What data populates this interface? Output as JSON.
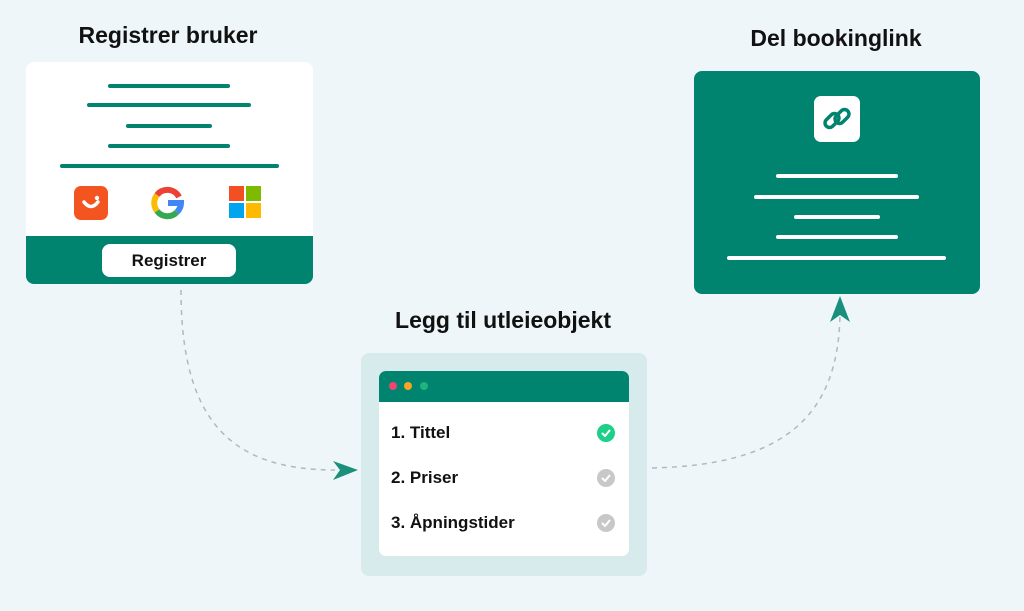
{
  "steps": {
    "register": {
      "title": "Registrer bruker",
      "button": "Registrer"
    },
    "add_object": {
      "title": "Legg til utleieobjekt",
      "items": [
        {
          "label": "1. Tittel",
          "done": true
        },
        {
          "label": "2. Priser",
          "done": false
        },
        {
          "label": "3. Åpningstider",
          "done": false
        }
      ]
    },
    "share": {
      "title": "Del bookinglink"
    }
  },
  "colors": {
    "teal": "#00846f",
    "background": "#eef6f9",
    "check_done": "#1ecf8a",
    "check_pending": "#c8c8c8"
  }
}
